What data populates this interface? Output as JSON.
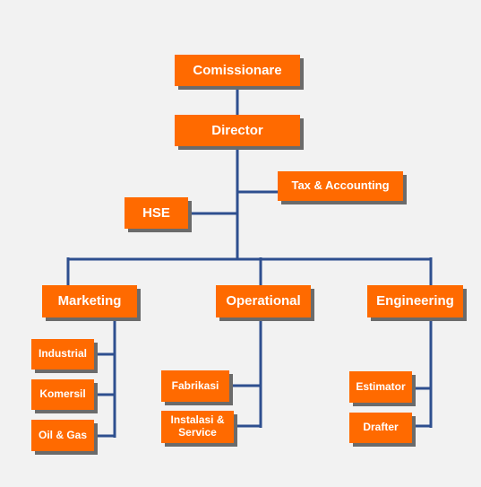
{
  "org_chart": {
    "comissionare": "Comissionare",
    "director": "Director",
    "tax_accounting": "Tax & Accounting",
    "hse": "HSE",
    "marketing": {
      "label": "Marketing",
      "children": [
        "Industrial",
        "Komersil",
        "Oil & Gas"
      ]
    },
    "operational": {
      "label": "Operational",
      "children": [
        "Fabrikasi",
        "Instalasi & Service"
      ]
    },
    "engineering": {
      "label": "Engineering",
      "children": [
        "Estimator",
        "Drafter"
      ]
    }
  },
  "colors": {
    "box_fill": "#ff6a00",
    "box_text": "#ffffff",
    "connector": "#2e4f8f",
    "background": "#f2f2f2"
  }
}
